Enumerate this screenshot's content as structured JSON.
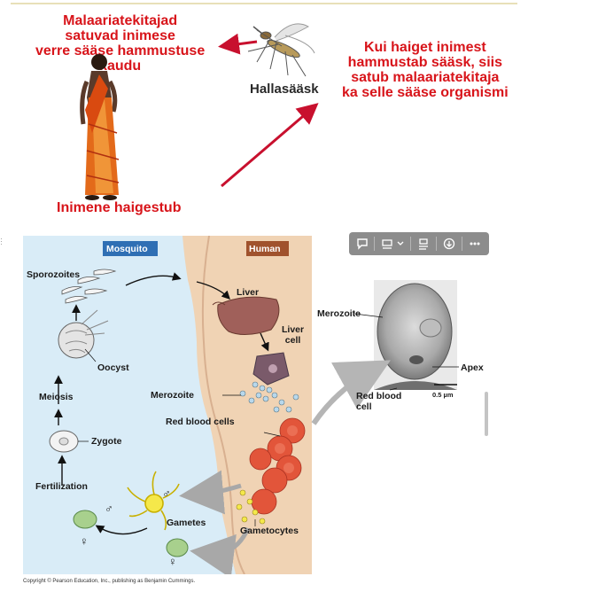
{
  "top": {
    "left_caption": "Malaariatekitajad\nsatuvad inimese\nverre sääse hammustuse\nkaudu",
    "right_caption": "Kui haiget inimest\nhammustab sääsk, siis\nsatub malaariatekitaja\nka selle sääse organismi",
    "mosquito_label": "Hallasääsk",
    "person_caption": "Inimene haigestub",
    "colors": {
      "text_red": "#d8141a",
      "arrow_red": "#c8102e"
    }
  },
  "diagram": {
    "mosquito_header": "Mosquito",
    "human_header": "Human",
    "labels": {
      "sporozoites": "Sporozoites",
      "liver": "Liver",
      "liver_cell": "Liver\ncell",
      "oocyst": "Oocyst",
      "meiosis": "Meiosis",
      "merozoite": "Merozoite",
      "red_blood_cells": "Red blood cells",
      "zygote": "Zygote",
      "fertilization": "Fertilization",
      "gametes": "Gametes",
      "gametocytes": "Gametocytes",
      "male_symbol_1": "♂",
      "male_symbol_2": "♂",
      "female_symbol_1": "♀",
      "female_symbol_2": "♀"
    },
    "micrograph": {
      "merozoite": "Merozoite",
      "apex": "Apex",
      "red_blood_cell": "Red blood\ncell",
      "scale": "0.5 µm"
    },
    "copyright": "Copyright © Pearson Education, Inc., publishing as Benjamin Cummings.",
    "colors": {
      "mosquito_bg": "#d9ecf7",
      "human_bg": "#f0d3b4",
      "mosquito_header": "#2f6fb4",
      "human_header": "#a0522d"
    }
  },
  "toolbar": {
    "comment_icon": "comment-icon",
    "layout_icon": "layout-icon",
    "align_icon": "align-icon",
    "download_icon": "download-icon",
    "more_icon": "more-icon"
  }
}
